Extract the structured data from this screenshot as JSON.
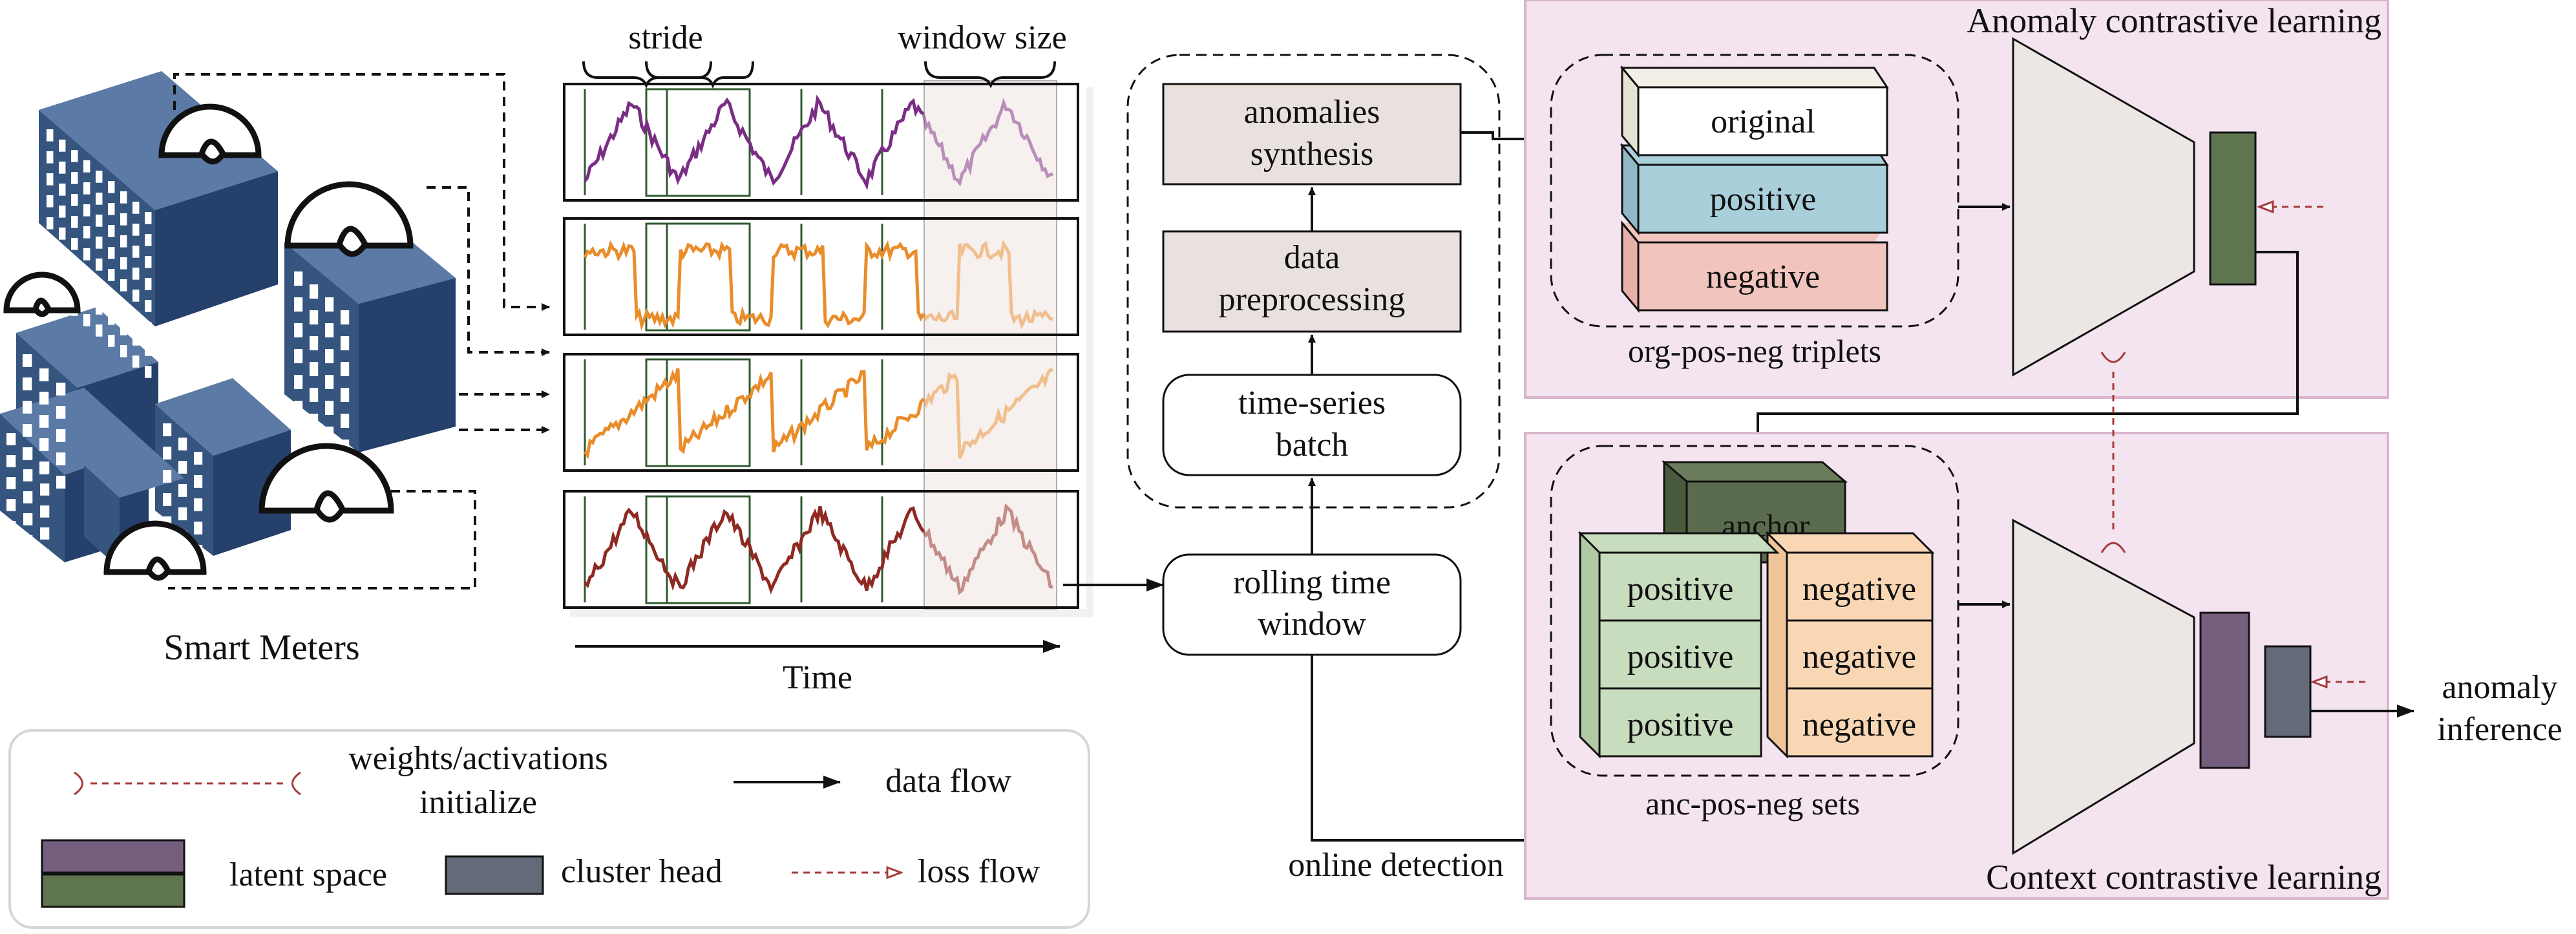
{
  "smart_meters": {
    "label": "Smart Meters"
  },
  "window_panel": {
    "stride_label": "stride",
    "window_size_label": "window size",
    "time_label": "Time"
  },
  "pipeline": {
    "anomalies_line1": "anomalies",
    "anomalies_line2": "synthesis",
    "preprocessing_line1": "data",
    "preprocessing_line2": "preprocessing",
    "batch_line1": "time-series",
    "batch_line2": "batch",
    "rolling_line1": "rolling time",
    "rolling_line2": "window",
    "online_detection": "online detection"
  },
  "anomaly_contrastive": {
    "title": "Anomaly contrastive learning",
    "original": "original",
    "positive": "positive",
    "negative": "negative",
    "triplets_label": "org-pos-neg triplets"
  },
  "context_contrastive": {
    "title": "Context contrastive learning",
    "anchor": "anchor",
    "positive": "positive",
    "negative": "negative",
    "sets_label": "anc-pos-neg sets"
  },
  "output": {
    "line1": "anomaly",
    "line2": "inference"
  },
  "legend": {
    "weights_line1": "weights/activations",
    "weights_line2": "initialize",
    "data_flow": "data flow",
    "latent_space": "latent space",
    "cluster_head": "cluster head",
    "loss_flow": "loss flow"
  },
  "colors": {
    "purple_panel": "#f3e4ef",
    "panel_border": "#d9b5cc",
    "signal_purple": "#7b2d86",
    "signal_orange": "#e98d2b",
    "signal_red": "#8e2a22",
    "latent_purple": "#765e7e",
    "latent_green": "#5f7550",
    "cluster_head": "#636a78",
    "loss_red": "#a53a3a",
    "box_beige": "#e9e1de",
    "positive_blue": "#a9cfdb",
    "negative_pink": "#f2c4be",
    "positive_green": "#c8dcbe",
    "negative_orange": "#f9d7b5",
    "anchor_green": "#5b6c4e"
  }
}
